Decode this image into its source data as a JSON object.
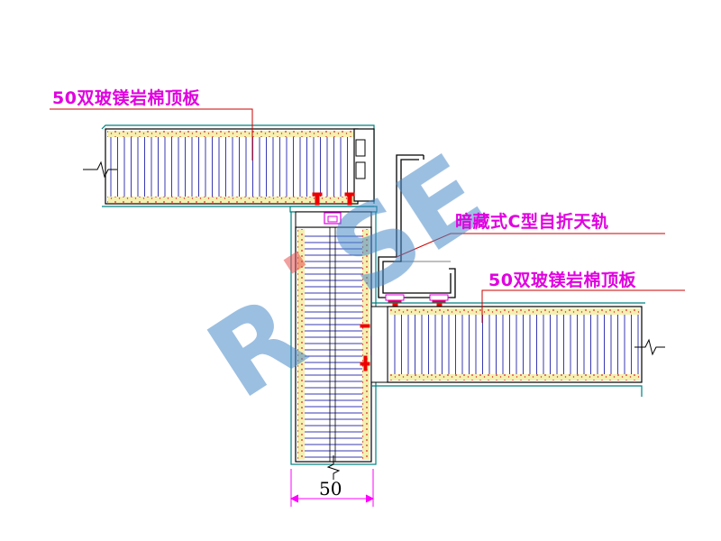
{
  "labels": {
    "top_panel": "50双玻镁岩棉顶板",
    "rail": "暗藏式C型自折天轨",
    "right_panel": "50双玻镁岩棉顶板",
    "dimension": "50"
  },
  "watermark": "RISE",
  "colors": {
    "label": "#e000e0",
    "leader": "#cc0000",
    "panel_outline": "#000000",
    "face_strip": "#f4f0b0",
    "face_dots": "#dd2222",
    "hatch": "#2222aa",
    "edge": "#008080",
    "watermark": "#4a8ac8"
  }
}
